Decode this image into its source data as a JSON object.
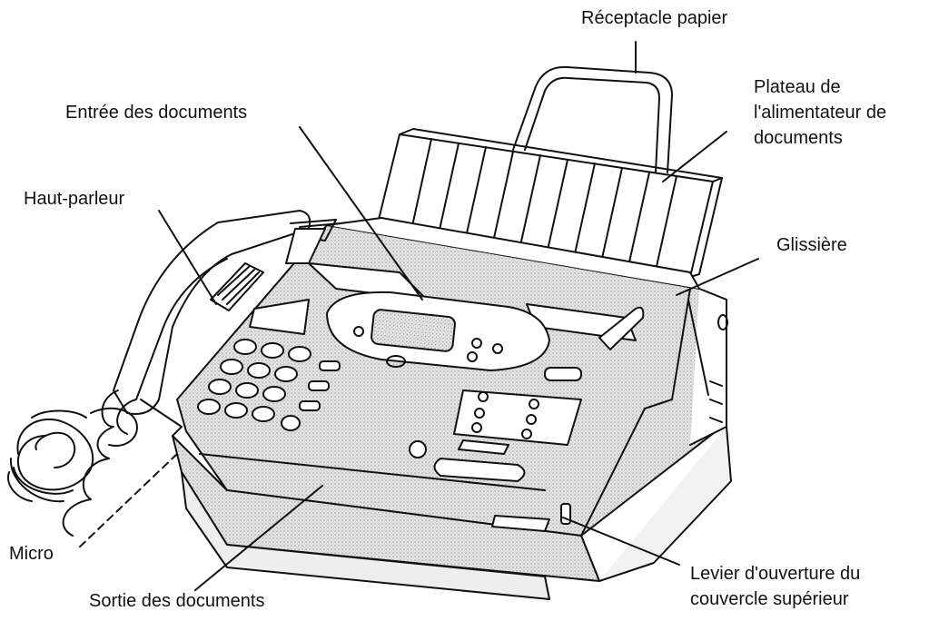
{
  "labels": {
    "receptacle": "Réceptacle papier",
    "plateau": [
      "Plateau de",
      "l'alimentateur de",
      "documents"
    ],
    "entree": "Entrée des documents",
    "haut_parleur": "Haut-parleur",
    "glissiere": "Glissière",
    "micro": "Micro",
    "sortie": "Sortie des documents",
    "levier": [
      "Levier d'ouverture du",
      "couvercle supérieur"
    ]
  },
  "colors": {
    "ink": "#111111",
    "shade": "#d6d6d6",
    "paper": "#ffffff"
  }
}
